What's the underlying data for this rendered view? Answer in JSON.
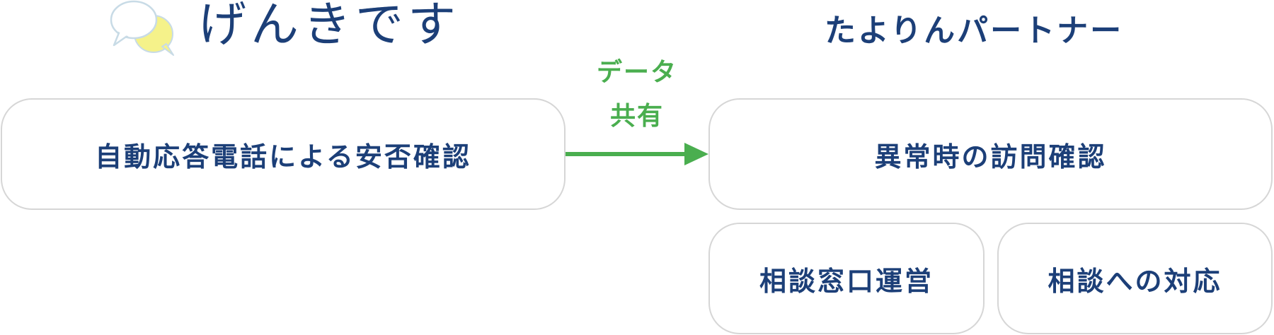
{
  "header": {
    "brand_title": "げんきです",
    "partner_title": "たよりんパートナー"
  },
  "share": {
    "line1": "データ",
    "line2": "共有"
  },
  "left_box": {
    "label": "自動応答電話による安否確認"
  },
  "right_boxes": {
    "top": "異常時の訪問確認",
    "bottom_left": "相談窓口運営",
    "bottom_right": "相談への対応"
  },
  "colors": {
    "text_navy": "#1c3f78",
    "accent_green": "#4aae4f",
    "box_border": "#d6d6d6",
    "bubble_yellow": "#f5f28a",
    "bubble_outline": "#c8dbe6"
  },
  "icons": {
    "logo": "speech-bubbles-icon",
    "arrow": "arrow-right-icon"
  }
}
